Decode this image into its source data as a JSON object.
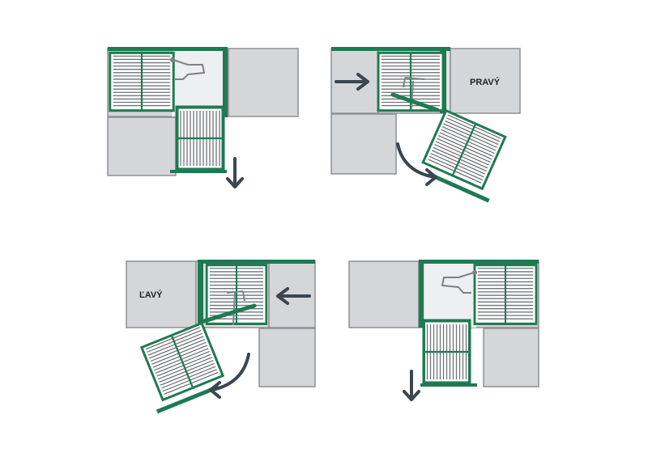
{
  "colors": {
    "background": "#ffffff",
    "cabinet_fill": "#d5d6d8",
    "cabinet_stroke": "#8d9094",
    "frame_green": "#1e7a52",
    "basket_slat": "#6f7478",
    "mechanism": "#7d8286",
    "arrow": "#3a4650"
  },
  "panels": [
    {
      "id": "top-left",
      "label": "",
      "motion": "pull-out-straight",
      "arrow": "arrow-down"
    },
    {
      "id": "top-right",
      "label": "PRAVÝ",
      "motion": "push-in-and-swing-out",
      "arrow": "arrow-right-and-curved"
    },
    {
      "id": "bottom-left",
      "label": "ĽAVÝ",
      "motion": "push-in-and-swing-out",
      "arrow": "arrow-left-and-curved"
    },
    {
      "id": "bottom-right",
      "label": "",
      "motion": "pull-out-straight",
      "arrow": "arrow-down"
    }
  ]
}
